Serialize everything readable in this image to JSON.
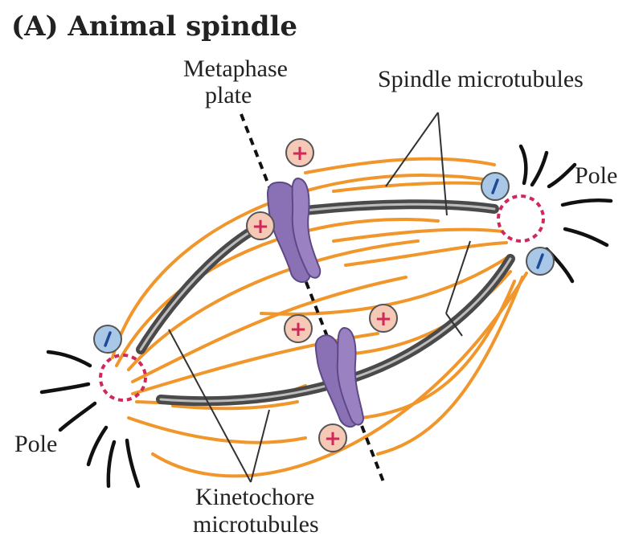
{
  "figure": {
    "title": "(A)  Animal spindle",
    "labels": {
      "metaphase_line1": "Metaphase",
      "metaphase_line2": "plate",
      "spindle_mt": "Spindle microtubules",
      "pole_right": "Pole",
      "pole_left": "Pole",
      "kinetochore_line1": "Kinetochore",
      "kinetochore_line2": "microtubules"
    }
  },
  "colors": {
    "orange_microtubule": "#f0962a",
    "kinetochore_microtubule": "#555555",
    "chromosome": "#8a70b4",
    "centrosome_dash": "#d0285a",
    "plus_circle_fill": "#f6c8b6",
    "minus_circle_fill": "#a9c8e8"
  },
  "icons": {
    "plus_end": "+",
    "minus_end": "−"
  }
}
